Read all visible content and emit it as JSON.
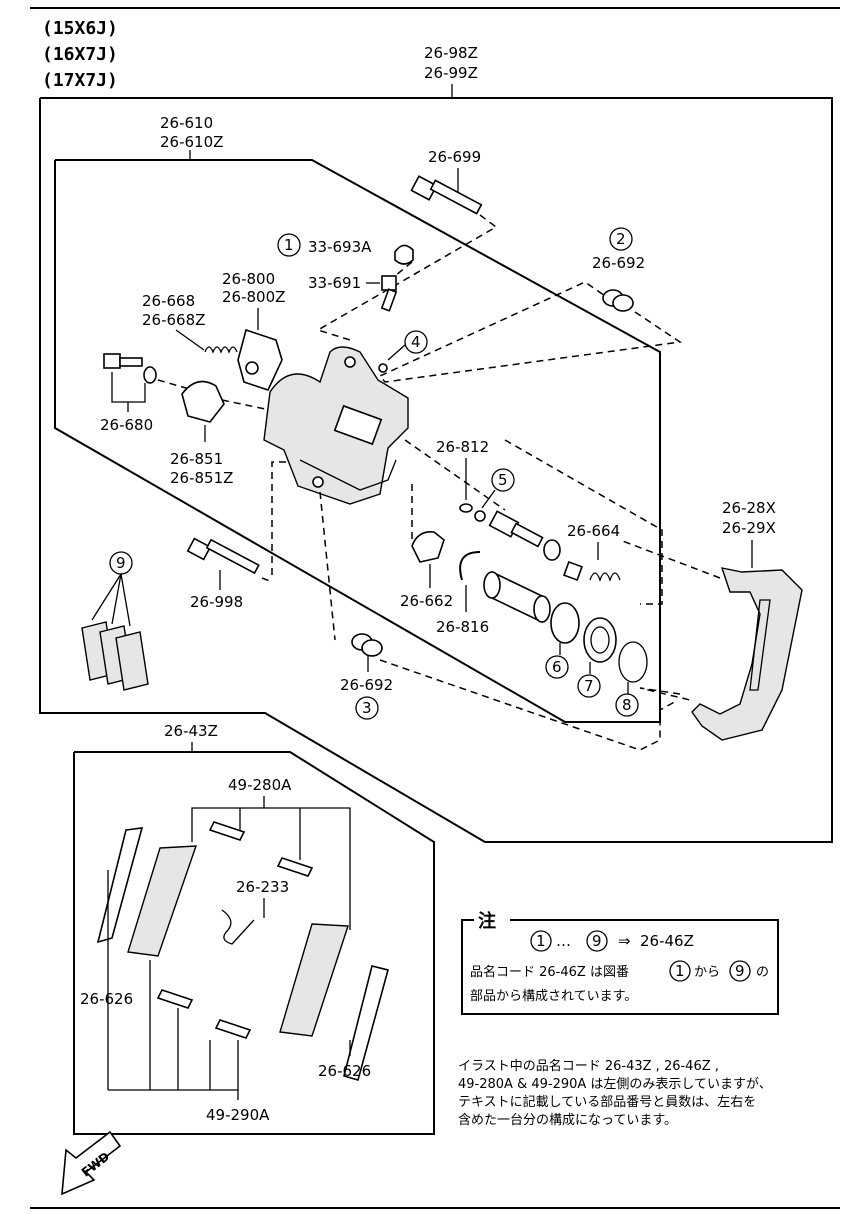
{
  "header": {
    "variants": [
      "(15X6J)",
      "(16X7J)",
      "(17X7J)"
    ]
  },
  "labels": {
    "p2698": "26-98Z",
    "p2699b": "26-99Z",
    "p26610": "26-610",
    "p26610z": "26-610Z",
    "p26699": "26-699",
    "p33693a": "33-693A",
    "p33691": "33-691",
    "p26800": "26-800",
    "p26800z": "26-800Z",
    "p26668": "26-668",
    "p26668z": "26-668Z",
    "p26692a": "26-692",
    "p26680": "26-680",
    "p26851": "26-851",
    "p26851z": "26-851Z",
    "p26812": "26-812",
    "p26664": "26-664",
    "p2628x": "26-28X",
    "p2629x": "26-29X",
    "p26998": "26-998",
    "p26662": "26-662",
    "p26816": "26-816",
    "p26692b": "26-692",
    "p2643z": "26-43Z",
    "p49280a": "49-280A",
    "p26233": "26-233",
    "p26626a": "26-626",
    "p26626b": "26-626",
    "p49290a": "49-290A"
  },
  "callouts": [
    "1",
    "2",
    "3",
    "4",
    "5",
    "6",
    "7",
    "8",
    "9"
  ],
  "note_box": {
    "title": "注",
    "line1_from": "1",
    "line1_mid": "…",
    "line1_to": "9",
    "line1_arrow": "⇒",
    "line1_code": "26-46Z",
    "line2_a": "品名コード  26-46Z  は図番",
    "line2_from": "1",
    "line2_kara": "から",
    "line2_to": "9",
    "line2_no": "の",
    "line3": "部品から構成されています。"
  },
  "footnote": {
    "line1": "イラスト中の品名コード  26-43Z , 26-46Z ,",
    "line2": "49-280A & 49-290A は左側のみ表示していますが、",
    "line3": "テキストに記載している部品番号と員数は、左右を",
    "line4": "含めた一台分の構成になっています。"
  },
  "fwd_label": "FWD"
}
